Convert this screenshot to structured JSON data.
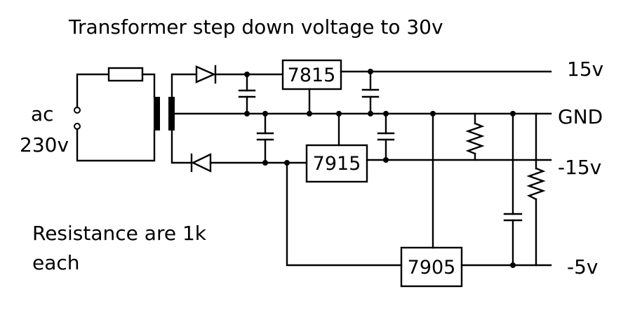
{
  "title": "Transformer step down voltage to 30v",
  "input": {
    "line1": "ac",
    "line2": "230v"
  },
  "note": {
    "line1": "Resistance are 1k",
    "line2": "each"
  },
  "regulators": {
    "r7815": "7815",
    "r7915": "7915",
    "r7905": "7905"
  },
  "outputs": {
    "pos15": "15v",
    "gnd": "GND",
    "neg15": "-15v",
    "neg5": "-5v"
  }
}
